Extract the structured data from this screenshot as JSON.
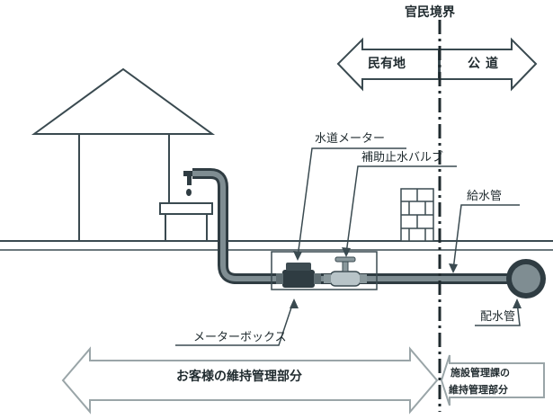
{
  "diagram": {
    "boundary_label": "官民境界",
    "private_land_label": "民有地",
    "public_road_label": "公道",
    "water_meter_label": "水道メーター",
    "aux_valve_label": "補助止水バルブ",
    "supply_pipe_label": "給水管",
    "meter_box_label": "メーターボックス",
    "distribution_pipe_label": "配水管",
    "customer_maintenance_label": "お客様の維持管理部分",
    "facility_maintenance_line1": "施設管理課の",
    "facility_maintenance_line2": "維持管理部分"
  },
  "colors": {
    "line": "#3a4a50",
    "pipe": "#6e7c82",
    "pipe_dark": "#2f3c42",
    "valve": "#b8c4c8",
    "arrow_gray": "#9aa5a8"
  },
  "icons": [
    "house-icon",
    "faucet-icon",
    "water-meter-icon",
    "valve-icon",
    "block-wall-icon",
    "distribution-pipe-icon"
  ]
}
